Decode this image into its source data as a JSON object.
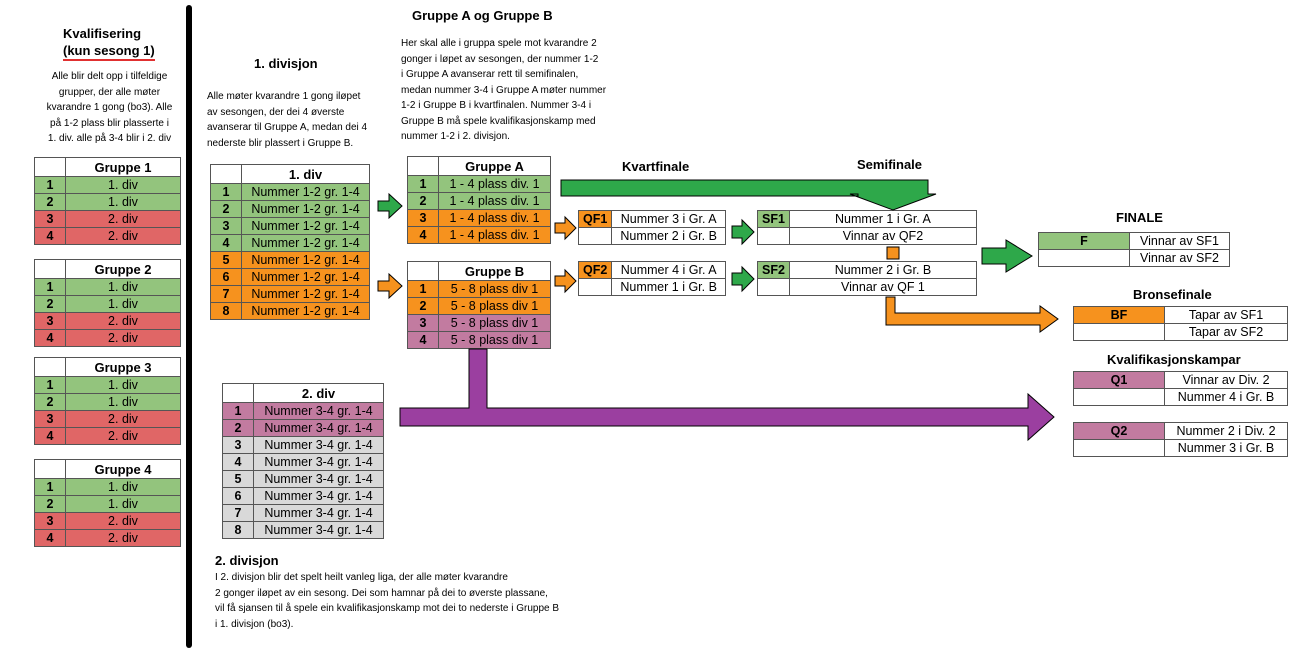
{
  "kvalifisering": {
    "title1": "Kvalifisering",
    "title2": "(kun sesong 1)",
    "desc": [
      "Alle blir delt opp i tilfeldige",
      "grupper, der alle møter",
      "kvarandre 1 gong (bo3). Alle",
      "på 1-2 plass blir plasserte i",
      "1. div. alle på 3-4 blir i 2. div"
    ],
    "groups": [
      {
        "name": "Gruppe 1",
        "rows": [
          {
            "n": "1",
            "v": "1. div"
          },
          {
            "n": "2",
            "v": "1. div"
          },
          {
            "n": "3",
            "v": "2. div"
          },
          {
            "n": "4",
            "v": "2. div"
          }
        ]
      },
      {
        "name": "Gruppe 2",
        "rows": [
          {
            "n": "1",
            "v": "1. div"
          },
          {
            "n": "2",
            "v": "1. div"
          },
          {
            "n": "3",
            "v": "2. div"
          },
          {
            "n": "4",
            "v": "2. div"
          }
        ]
      },
      {
        "name": "Gruppe 3",
        "rows": [
          {
            "n": "1",
            "v": "1. div"
          },
          {
            "n": "2",
            "v": "1. div"
          },
          {
            "n": "3",
            "v": "2. div"
          },
          {
            "n": "4",
            "v": "2. div"
          }
        ]
      },
      {
        "name": "Gruppe 4",
        "rows": [
          {
            "n": "1",
            "v": "1. div"
          },
          {
            "n": "2",
            "v": "1. div"
          },
          {
            "n": "3",
            "v": "2. div"
          },
          {
            "n": "4",
            "v": "2. div"
          }
        ]
      }
    ]
  },
  "div1": {
    "heading": "1. divisjon",
    "desc": [
      "Alle møter kvarandre 1 gong iløpet",
      "av sesongen, der dei 4 øverste",
      "avanserar til Gruppe A, medan dei 4",
      "nederste blir plassert i Gruppe B."
    ],
    "table_title": "1. div",
    "rows": [
      {
        "n": "1",
        "v": "Nummer 1-2 gr. 1-4"
      },
      {
        "n": "2",
        "v": "Nummer 1-2 gr. 1-4"
      },
      {
        "n": "3",
        "v": "Nummer 1-2 gr. 1-4"
      },
      {
        "n": "4",
        "v": "Nummer 1-2 gr. 1-4"
      },
      {
        "n": "5",
        "v": "Nummer 1-2 gr. 1-4"
      },
      {
        "n": "6",
        "v": "Nummer 1-2 gr. 1-4"
      },
      {
        "n": "7",
        "v": "Nummer 1-2 gr. 1-4"
      },
      {
        "n": "8",
        "v": "Nummer 1-2 gr. 1-4"
      }
    ]
  },
  "gruppeAB": {
    "heading": "Gruppe A og Gruppe B",
    "desc": [
      "Her skal alle i gruppa spele mot kvarandre 2",
      "gonger i løpet av sesongen, der nummer 1-2",
      "i Gruppe A avanserar rett til semifinalen,",
      "medan nummer 3-4 i Gruppe A møter nummer",
      "1-2 i Gruppe B i kvartfinalen. Nummer 3-4 i",
      "Gruppe B må spele kvalifikasjonskamp med",
      "nummer 1-2 i 2. divisjon."
    ],
    "a_title": "Gruppe A",
    "a_rows": [
      {
        "n": "1",
        "v": "1 - 4 plass div. 1"
      },
      {
        "n": "2",
        "v": "1 - 4 plass div. 1"
      },
      {
        "n": "3",
        "v": "1 - 4 plass div. 1"
      },
      {
        "n": "4",
        "v": "1 - 4 plass div. 1"
      }
    ],
    "b_title": "Gruppe B",
    "b_rows": [
      {
        "n": "1",
        "v": "5 - 8 plass div 1"
      },
      {
        "n": "2",
        "v": "5 - 8 plass div 1"
      },
      {
        "n": "3",
        "v": "5 - 8 plass div 1"
      },
      {
        "n": "4",
        "v": "5 - 8 plass div 1"
      }
    ]
  },
  "div2": {
    "table_title": "2. div",
    "rows": [
      {
        "n": "1",
        "v": "Nummer 3-4 gr. 1-4"
      },
      {
        "n": "2",
        "v": "Nummer 3-4 gr. 1-4"
      },
      {
        "n": "3",
        "v": "Nummer 3-4 gr. 1-4"
      },
      {
        "n": "4",
        "v": "Nummer 3-4 gr. 1-4"
      },
      {
        "n": "5",
        "v": "Nummer 3-4 gr. 1-4"
      },
      {
        "n": "6",
        "v": "Nummer 3-4 gr. 1-4"
      },
      {
        "n": "7",
        "v": "Nummer 3-4 gr. 1-4"
      },
      {
        "n": "8",
        "v": "Nummer 3-4 gr. 1-4"
      }
    ],
    "heading": "2. divisjon",
    "desc": [
      "I 2. divisjon blir det spelt heilt vanleg liga, der alle møter kvarandre",
      "2 gonger iløpet av ein sesong. Dei som hamnar på dei to øverste plassane,",
      "vil få sjansen til å spele ein kvalifikasjonskamp mot dei to nederste i Gruppe B",
      "i 1. divisjon (bo3)."
    ]
  },
  "kvartfinale": {
    "heading": "Kvartfinale",
    "qf1": {
      "label": "QF1",
      "a": "Nummer 3 i Gr. A",
      "b": "Nummer 2 i Gr. B"
    },
    "qf2": {
      "label": "QF2",
      "a": "Nummer 4 i Gr. A",
      "b": "Nummer 1 i Gr. B"
    }
  },
  "semifinale": {
    "heading": "Semifinale",
    "sf1": {
      "label": "SF1",
      "a": "Nummer 1 i Gr. A",
      "b": "Vinnar av QF2"
    },
    "sf2": {
      "label": "SF2",
      "a": "Nummer 2 i Gr. B",
      "b": "Vinnar av QF 1"
    }
  },
  "finale": {
    "heading": "FINALE",
    "label": "F",
    "a": "Vinnar av SF1",
    "b": "Vinnar av SF2"
  },
  "bronse": {
    "heading": "Bronsefinale",
    "label": "BF",
    "a": "Tapar av SF1",
    "b": "Tapar av SF2"
  },
  "kval": {
    "heading": "Kvalifikasjonskampar",
    "q1": {
      "label": "Q1",
      "a": "Vinnar av Div. 2",
      "b": "Nummer 4 i Gr. B"
    },
    "q2": {
      "label": "Q2",
      "a": "Nummer 2 i Div. 2",
      "b": "Nummer 3 i Gr. B"
    }
  },
  "colors": {
    "green": "#93c47d",
    "red": "#e06666",
    "orange": "#f6921e",
    "purple": "#c27ba0",
    "gray": "#d9d9d9",
    "arrow_green": "#2ea84a",
    "arrow_orange": "#f6921e",
    "arrow_purple": "#9b3fa0"
  }
}
